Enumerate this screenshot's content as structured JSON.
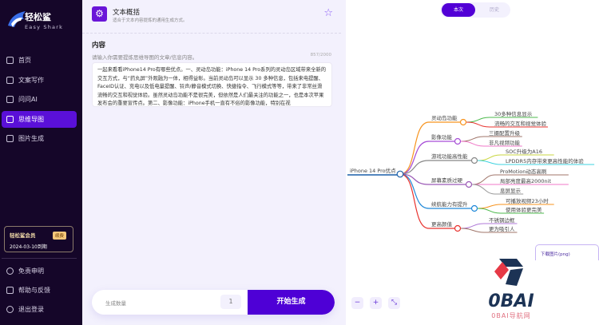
{
  "sidebar": {
    "brand": "轻松鲨",
    "brand_sub": "Easy Shark",
    "items": [
      {
        "label": "首页",
        "icon": "home-icon"
      },
      {
        "label": "文案写作",
        "icon": "document-icon"
      },
      {
        "label": "问问AI",
        "icon": "chat-icon"
      },
      {
        "label": "思维导图",
        "icon": "mindmap-icon",
        "active": true
      },
      {
        "label": "图片生成",
        "icon": "image-icon"
      }
    ],
    "member": {
      "title": "轻松鲨会员",
      "badge": "续费",
      "expiry": "2024-03-10到期"
    },
    "bottom": [
      {
        "label": "免责申明",
        "icon": "info-icon"
      },
      {
        "label": "帮助与反馈",
        "icon": "feedback-icon"
      },
      {
        "label": "退出登录",
        "icon": "power-icon"
      }
    ]
  },
  "tool": {
    "title": "文本概括",
    "desc": "适合于文本内容提炼的通用生成方式。"
  },
  "content": {
    "title": "内容",
    "hint": "请输入你需要提炼思维导图的文章/信息内容。",
    "count": "857/2000",
    "text": "一起来看看iPhone14 Pro有哪些优点。一、灵动岛功能：iPhone 14 Pro系列的灵动岛区域带来全新的交互方式，与“药丸屏”外观融为一体，相得益彰。当前灵动岛可以显示 30 多种信息，包括来电提醒、FaceID认证、充电以及低电量提醒、铃声/静音模式切换、快捷指令、飞行模式等等，带来了非常丝滑流畅的交互和视觉体验。虽然灵动岛功能不是很完美，但依然是人们最关注的功能之一，也是本次苹果发布会的重要宣传点。第二、影像功能：iPhone手机一直有不俗的影像功能，特别在视"
  },
  "generate": {
    "count_label": "生成数量",
    "count": "1",
    "button": "开始生成"
  },
  "tabs": {
    "current": "本次",
    "history": "历史"
  },
  "download_label": "下载图片(png)",
  "mindmap": {
    "root": "iPhone 14 Pro优点",
    "branches": [
      {
        "label": "灵动岛功能",
        "color": "#f7931e",
        "children": [
          {
            "label": "30多种信息显示",
            "color": "#4cba4c"
          },
          {
            "label": "流畅的交互和视觉体验",
            "color": "#e8332f"
          }
        ]
      },
      {
        "label": "影像功能",
        "color": "#a64dd6",
        "children": [
          {
            "label": "三摄配置升级",
            "color": "#a0756a"
          },
          {
            "label": "非凡视频功能",
            "color": "#f07ac8"
          }
        ]
      },
      {
        "label": "游戏功能高性能",
        "color": "#888888",
        "children": [
          {
            "label": "SOC升级为A16",
            "color": "#c8d640"
          },
          {
            "label": "LPDDR5内存带来更高性能的体验",
            "color": "#3fd3e0"
          }
        ]
      },
      {
        "label": "屏幕素质过硬",
        "color": "#9b59b6",
        "children": [
          {
            "label": "ProMotion动态高刷",
            "color": "#a0756a"
          },
          {
            "label": "局部亮度最高2000nit",
            "color": "#f07ac8"
          },
          {
            "label": "息屏显示",
            "color": "#999999"
          }
        ]
      },
      {
        "label": "续航能力有提升",
        "color": "#1e88d8",
        "children": [
          {
            "label": "可播放视频23小时",
            "color": "#f7931e"
          },
          {
            "label": "使用体验更完美",
            "color": "#4cba4c"
          }
        ]
      },
      {
        "label": "更高颜值",
        "color": "#e8332f",
        "children": [
          {
            "label": "不锈钢边框",
            "color": "#b07ad8"
          },
          {
            "label": "更为吸引人",
            "color": "#a0756a"
          }
        ]
      }
    ]
  },
  "watermark": {
    "text": "0BAI",
    "sub": "0BAI导航网"
  }
}
